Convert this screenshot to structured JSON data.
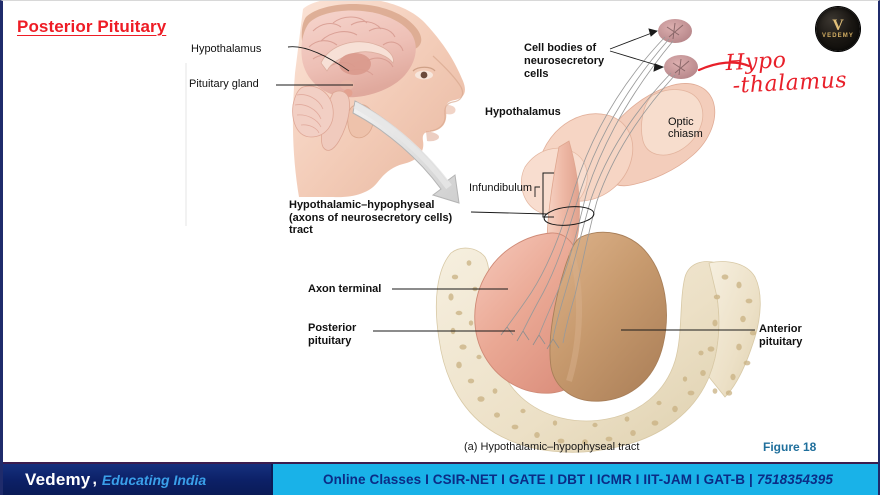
{
  "slide": {
    "title": "Posterior Pituitary",
    "title_color": "#ee1c25"
  },
  "logo": {
    "mark": "V",
    "wordmark": "VEDEMY"
  },
  "annotation": {
    "line1": "Hypo",
    "line2": "-thalamus",
    "color": "#e8202a"
  },
  "figure": {
    "caption": "(a) Hypothalamic–hypophyseal tract",
    "number": "Figure 18",
    "number_color": "#1f6f9c",
    "labels": {
      "hypothalamus_head": "Hypothalamus",
      "pituitary_gland": "Pituitary gland",
      "cell_bodies": "Cell bodies of\nneurosecretory\ncells",
      "hypothalamus_main": "Hypothalamus",
      "optic_chiasm": "Optic\nchiasm",
      "infundibulum": "Infundibulum",
      "hh_tract": "Hypothalamic–hypophyseal\n(axons of neurosecretory cells)\ntract",
      "axon_terminal": "Axon terminal",
      "posterior_pituitary": "Posterior\npituitary",
      "anterior_pituitary": "Anterior\npituitary"
    }
  },
  "footer": {
    "brand": "Vedemy",
    "comma": ",",
    "tagline": "Educating India",
    "courses": "Online Classes I CSIR-NET I GATE I DBT I ICMR I IIT-JAM I GAT-B |",
    "phone": "7518354395",
    "left_bg": "#0c2066",
    "right_bg": "#19b2e8",
    "text_color": "#0b2c86"
  }
}
